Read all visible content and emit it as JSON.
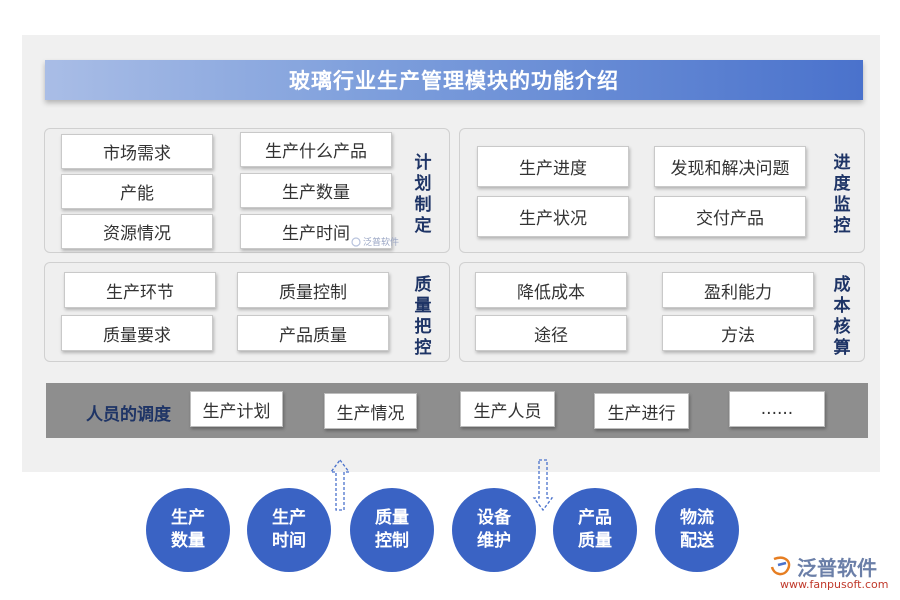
{
  "title": "玻璃行业生产管理模块的功能介绍",
  "plan": {
    "label": "计划制定",
    "items": [
      "市场需求",
      "生产什么产品",
      "产能",
      "生产数量",
      "资源情况",
      "生产时间"
    ]
  },
  "progress": {
    "label": "进度监控",
    "items": [
      "生产进度",
      "发现和解决问题",
      "生产状况",
      "交付产品"
    ]
  },
  "quality": {
    "label": "质量把控",
    "items": [
      "生产环节",
      "质量控制",
      "质量要求",
      "产品质量"
    ]
  },
  "cost": {
    "label": "成本核算",
    "items": [
      "降低成本",
      "盈利能力",
      "途径",
      "方法"
    ]
  },
  "people": {
    "label": "人员的调度",
    "items": [
      "生产计划",
      "生产情况",
      "生产人员",
      "生产进行",
      "......"
    ]
  },
  "circles": [
    {
      "line1": "生产",
      "line2": "数量"
    },
    {
      "line1": "生产",
      "line2": "时间"
    },
    {
      "line1": "质量",
      "line2": "控制"
    },
    {
      "line1": "设备",
      "line2": "维护"
    },
    {
      "line1": "产品",
      "line2": "质量"
    },
    {
      "line1": "物流",
      "line2": "配送"
    }
  ],
  "watermark": {
    "name": "泛普软件",
    "url": "www.fanpusoft.com"
  },
  "colors": {
    "title_gradient_end": "#4a72cc",
    "circle": "#3a63c4",
    "label": "#1e3466",
    "people_bar": "#8e8e8e"
  }
}
